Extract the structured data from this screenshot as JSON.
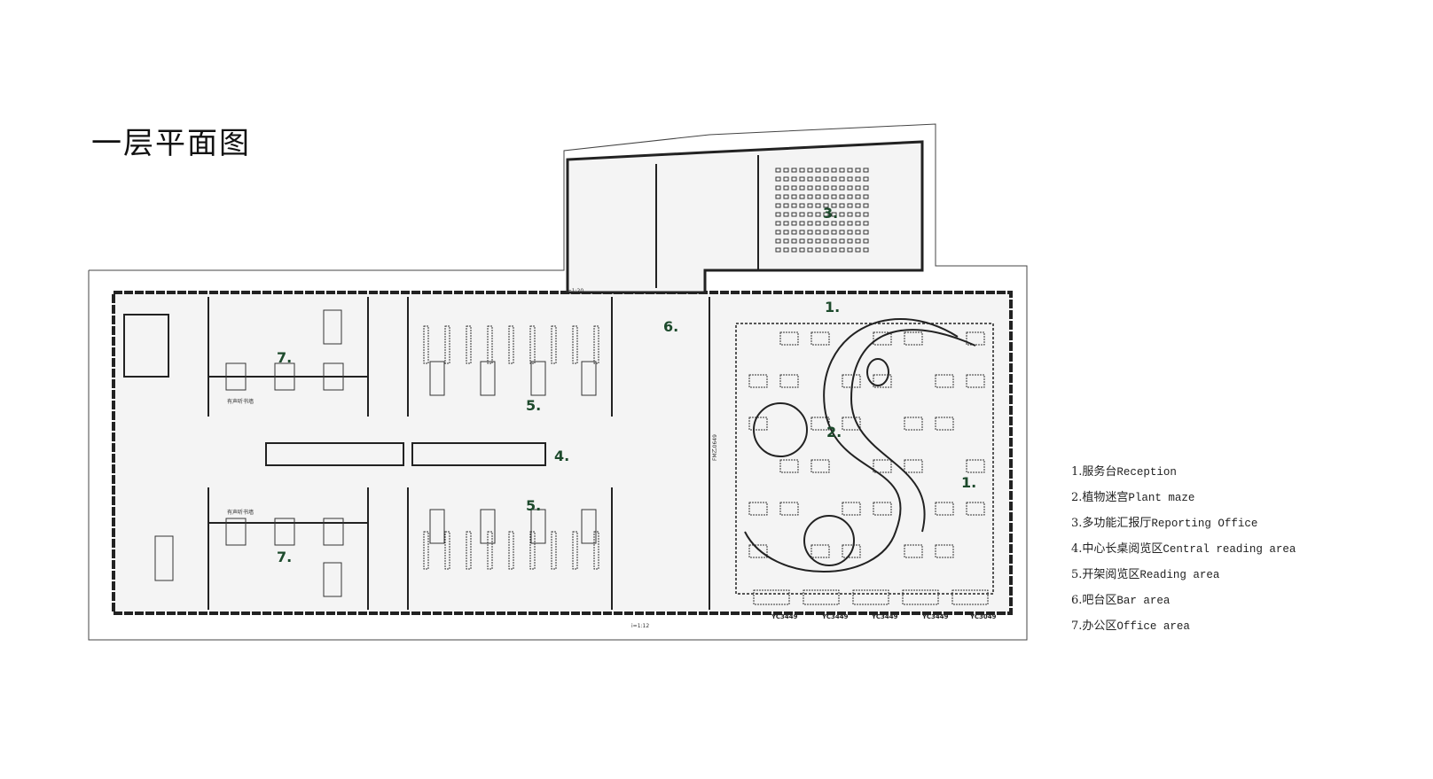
{
  "title": "一层平面图",
  "colors": {
    "zone_label": "#1d4a2c",
    "line": "#222222",
    "floor": "#f4f4f4"
  },
  "zones": [
    {
      "num": "1."
    },
    {
      "num": "1."
    },
    {
      "num": "2."
    },
    {
      "num": "3."
    },
    {
      "num": "4."
    },
    {
      "num": "5."
    },
    {
      "num": "5."
    },
    {
      "num": "6."
    },
    {
      "num": "7."
    },
    {
      "num": "7."
    }
  ],
  "plan_labels": {
    "scale_a": "i=1:20",
    "scale_b": "i=1:12",
    "window_codes": [
      "YC3449",
      "YC3449",
      "YC3449",
      "YC3449",
      "YC3049"
    ],
    "audio_wall_a": "有声听书墙",
    "audio_wall_b": "有声听书墙",
    "fm": "FM乙0649"
  },
  "legend": [
    {
      "cn": "1.服务台",
      "en": "Reception"
    },
    {
      "cn": "2.植物迷宫",
      "en": "Plant maze"
    },
    {
      "cn": "3.多功能汇报厅",
      "en": "Reporting Office"
    },
    {
      "cn": "4.中心长桌阅览区",
      "en": "Central reading area"
    },
    {
      "cn": "5.开架阅览区",
      "en": "Reading area"
    },
    {
      "cn": "6.吧台区",
      "en": "Bar area"
    },
    {
      "cn": "7.办公区",
      "en": "Office area"
    }
  ]
}
